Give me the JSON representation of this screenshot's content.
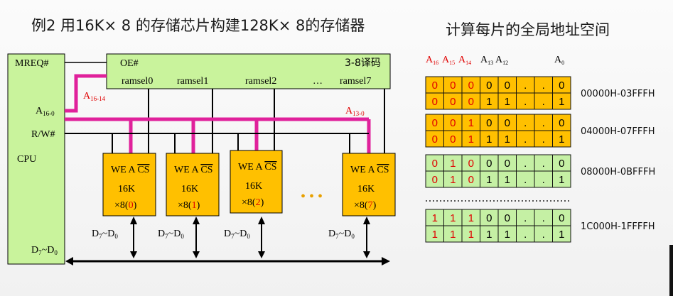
{
  "titles": {
    "left": "例2 用16K× 8 的存储芯片构建128K× 8的存储器",
    "right": "计算每片的全局地址空间"
  },
  "cpu": {
    "mreq": "MREQ#",
    "addr_main": "A",
    "addr_sub": "16-0",
    "rw": "R/W#",
    "name": "CPU",
    "data_main": "D",
    "data_sub1": "7",
    "data_mid": "~D",
    "data_sub2": "0"
  },
  "decoder": {
    "oe": "OE#",
    "title": "3-8译码",
    "outputs": [
      "ramsel0",
      "ramsel1",
      "ramsel2",
      "…",
      "ramsel7"
    ]
  },
  "buses": {
    "a_high_main": "A",
    "a_high_sub": "16-14",
    "a_low_main": "A",
    "a_low_sub": "13-0",
    "dots": "• • •"
  },
  "chips": [
    {
      "pins": "WE A",
      "cs": "CS",
      "size": "16K",
      "width": "×8(",
      "index": "0",
      "close": ")",
      "data_main": "D",
      "data_sub1": "7",
      "data_mid": "~D",
      "data_sub2": "0"
    },
    {
      "pins": "WE A",
      "cs": "CS",
      "size": "16K",
      "width": "×8(",
      "index": "1",
      "close": ")",
      "data_main": "D",
      "data_sub1": "7",
      "data_mid": "~D",
      "data_sub2": "0"
    },
    {
      "pins": "WE A",
      "cs": "CS",
      "size": "16K",
      "width": "×8(",
      "index": "2",
      "close": ")",
      "data_main": "D",
      "data_sub1": "7",
      "data_mid": "~D",
      "data_sub2": "0"
    },
    {
      "pins": "WE A",
      "cs": "CS",
      "size": "16K",
      "width": "×8(",
      "index": "7",
      "close": ")",
      "data_main": "D",
      "data_sub1": "7",
      "data_mid": "~D",
      "data_sub2": "0"
    }
  ],
  "header": {
    "red": [
      {
        "main": "A",
        "sub": "16"
      },
      {
        "main": "A",
        "sub": "15"
      },
      {
        "main": "A",
        "sub": "14"
      }
    ],
    "black": [
      {
        "main": "A",
        "sub": "13"
      },
      {
        "main": "A",
        "sub": "12"
      },
      {
        "main": "A",
        "sub": "0"
      }
    ]
  },
  "table": {
    "colors": {
      "cell_bg_yellow": "#ffc000",
      "cell_bg_green": "#c5f0a4",
      "border": "#111111",
      "red_bit": "#e00000"
    },
    "groups": [
      {
        "bg": "yellow",
        "range": "00000H-03FFFH",
        "rows": [
          [
            "0",
            "0",
            "0",
            "0",
            "0",
            ".",
            ".",
            "0"
          ],
          [
            "0",
            "0",
            "0",
            "1",
            "1",
            ".",
            ".",
            "1"
          ]
        ]
      },
      {
        "bg": "yellow",
        "range": "04000H-07FFFH",
        "rows": [
          [
            "0",
            "0",
            "1",
            "0",
            "0",
            ".",
            ".",
            "0"
          ],
          [
            "0",
            "0",
            "1",
            "1",
            "1",
            ".",
            ".",
            "1"
          ]
        ]
      },
      {
        "bg": "green",
        "range": "08000H-0BFFFH",
        "rows": [
          [
            "0",
            "1",
            "0",
            "0",
            "0",
            ".",
            ".",
            "0"
          ],
          [
            "0",
            "1",
            "0",
            "1",
            "1",
            ".",
            ".",
            "1"
          ]
        ]
      },
      {
        "bg": "green",
        "range": "1C000H-1FFFFH",
        "rows": [
          [
            "1",
            "1",
            "1",
            "0",
            "0",
            ".",
            ".",
            "0"
          ],
          [
            "1",
            "1",
            "1",
            "1",
            "1",
            ".",
            ".",
            "1"
          ]
        ]
      }
    ]
  }
}
